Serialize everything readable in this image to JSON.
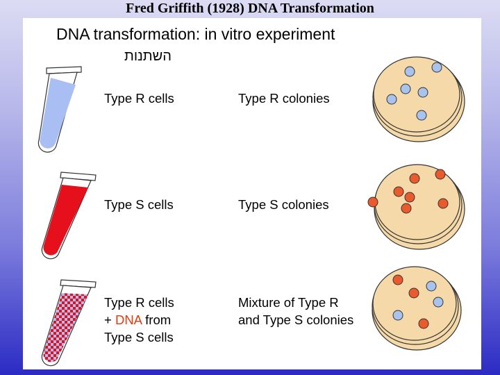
{
  "slide_title": "Fred Griffith (1928) DNA Transformation",
  "heading": "DNA transformation:  in vitro experiment",
  "hebrew_subtitle": "השתנות",
  "rows": [
    {
      "cells_label": "Type R cells",
      "colonies_label": "Type R colonies"
    },
    {
      "cells_label": "Type S cells",
      "colonies_label": "Type S colonies"
    },
    {
      "cells_line1": "Type R cells",
      "cells_line2_prefix": "+",
      "cells_line2_dna": "DNA",
      "cells_line2_suffix": "from",
      "cells_line3": "Type S cells",
      "colonies_line1": "Mixture of Type R",
      "colonies_line2": "and Type S colonies"
    }
  ],
  "colors": {
    "type_r_colony": "#a9c3ef",
    "type_s_colony": "#ea5a2c",
    "dna_text": "#e23a0e",
    "dish_fill": "#f6d9a8",
    "tube_r_liquid": "#a9bff3",
    "tube_s_liquid": "#e5101c"
  }
}
